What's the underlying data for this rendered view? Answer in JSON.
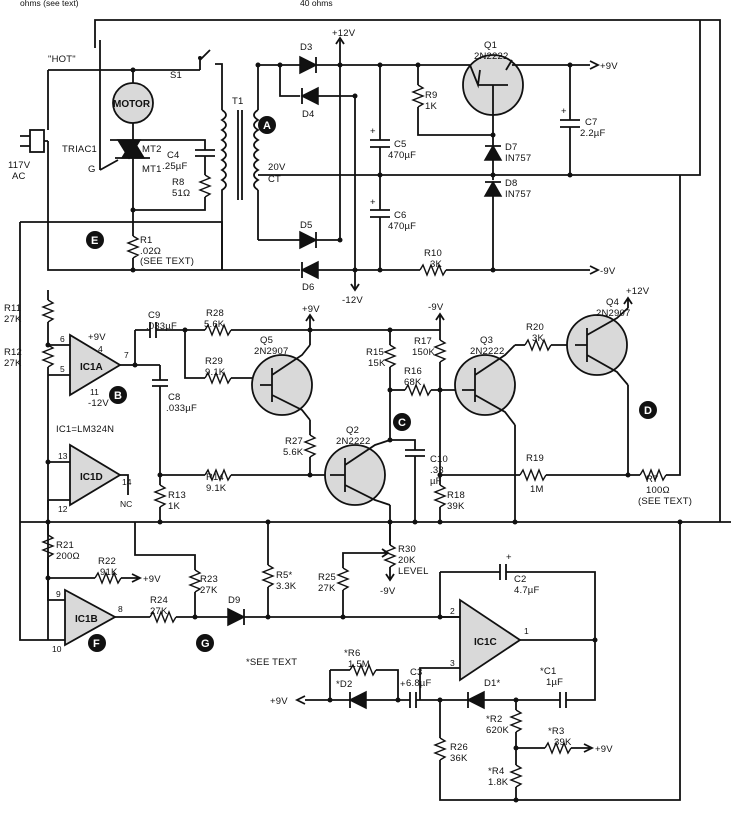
{
  "header": {
    "left": "ohms (see text)",
    "right": "40 ohms"
  },
  "power": {
    "hot": "\"HOT\"",
    "ac": [
      "117V",
      "AC"
    ],
    "s1": "S1",
    "motor": "MOTOR",
    "triac": "TRIAC1",
    "mt2": "MT2",
    "mt1": "MT1",
    "g": "G",
    "t1": "T1",
    "ct": "CT",
    "v20": "20V"
  },
  "rails": {
    "p12": "+12V",
    "m12": "-12V",
    "p9": "+9V",
    "m9": "-9V",
    "m9b": "-9V",
    "p12b": "+12V",
    "p9c": "+9V",
    "p9d": "+9V",
    "p9e": "+9V",
    "m9c": "-9V",
    "p9f": "+9V",
    "m12b": "-12V"
  },
  "components": {
    "q1": [
      "Q1",
      "2N2222"
    ],
    "q2": [
      "Q2",
      "2N2222"
    ],
    "q3": [
      "Q3",
      "2N2222"
    ],
    "q4": [
      "Q4",
      "2N2907"
    ],
    "q5": [
      "Q5",
      "2N2907"
    ],
    "d3": "D3",
    "d4": "D4",
    "d5": "D5",
    "d6": "D6",
    "d9": "D9",
    "d7": [
      "D7",
      "IN757"
    ],
    "d8": [
      "D8",
      "IN757"
    ],
    "c4": [
      "C4",
      ".25µF"
    ],
    "c5": [
      "C5",
      "470µF"
    ],
    "c6": [
      "C6",
      "470µF"
    ],
    "c7": [
      "C7",
      "2.2µF"
    ],
    "c8": [
      "C8",
      ".033µF"
    ],
    "c9": [
      "C9",
      ".033µF"
    ],
    "c10": [
      "C10",
      ".33",
      "µF"
    ],
    "c2": [
      "C2",
      "4.7µF"
    ],
    "c3": [
      "C3",
      "6.8µF"
    ],
    "c1": [
      "*C1",
      "1µF"
    ],
    "r1": [
      "R1",
      ".02Ω",
      "(SEE TEXT)"
    ],
    "r8": [
      "R8",
      "51Ω"
    ],
    "r9": [
      "R9",
      "1K"
    ],
    "r10": [
      "R10",
      "3K"
    ],
    "r11": [
      "R11",
      "27K"
    ],
    "r12": [
      "R12",
      "27K"
    ],
    "r13": [
      "R13",
      "1K"
    ],
    "r14": [
      "R14",
      "9.1K"
    ],
    "r15": [
      "R15",
      "15K"
    ],
    "r16": [
      "R16",
      "68K"
    ],
    "r17": [
      "R17",
      "150K"
    ],
    "r18": [
      "R18",
      "39K"
    ],
    "r19": [
      "R19",
      "1M"
    ],
    "r20": [
      "R20",
      "3K"
    ],
    "r21": [
      "R21",
      "200Ω"
    ],
    "r22": [
      "R22",
      "91K"
    ],
    "r23": [
      "R23",
      "27K"
    ],
    "r24": [
      "R24",
      "27K"
    ],
    "r25": [
      "R25",
      "27K"
    ],
    "r26": [
      "R26",
      "36K"
    ],
    "r27": [
      "R27",
      "5.6K"
    ],
    "r28": [
      "R28",
      "5.6K"
    ],
    "r29": [
      "R29",
      "9.1K"
    ],
    "r30": [
      "R30",
      "20K",
      "LEVEL"
    ],
    "r5": [
      "R5*",
      "3.3K"
    ],
    "r6": [
      "*R6",
      "1.5M"
    ],
    "r2": [
      "*R2",
      "620K"
    ],
    "r3": [
      "*R3",
      "39K"
    ],
    "r4": [
      "*R4",
      "1.8K"
    ],
    "r7": [
      "R7",
      "100Ω",
      "(SEE TEXT)"
    ],
    "d1": "D1*",
    "d2": "*D2"
  },
  "ics": {
    "ic1a": "IC1A",
    "ic1b": "IC1B",
    "ic1c": "IC1C",
    "ic1d": "IC1D",
    "note": "IC1=LM324N",
    "pins": {
      "p4": "4",
      "p6": "6",
      "p5": "5",
      "p7": "7",
      "p11": "11",
      "p13": "13",
      "p14": "14",
      "p12": "12",
      "p9": "9",
      "p10": "10",
      "p8": "8",
      "p2": "2",
      "p3": "3",
      "p1": "1",
      "nc": "NC"
    },
    "ic1a_v": [
      "+9V",
      "-12V"
    ]
  },
  "testpoints": [
    "A",
    "B",
    "C",
    "D",
    "E",
    "F",
    "G"
  ],
  "note": "*SEE TEXT"
}
